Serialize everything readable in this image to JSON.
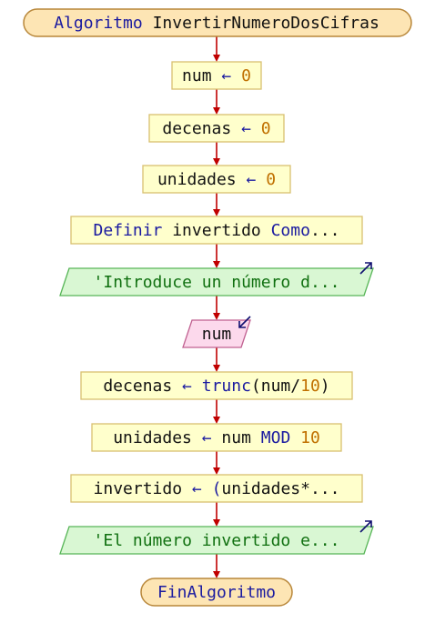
{
  "colors": {
    "process_fill": "#ffffcc",
    "process_stroke": "#d8c070",
    "io_fill": "#d9f7d3",
    "io_stroke": "#57b557",
    "input_fill": "#fcd9ec",
    "input_stroke": "#c06090",
    "terminal_fill": "#fde5b4",
    "terminal_stroke": "#b8873a",
    "arrow": "#c00000",
    "io_arrow": "#101070",
    "kw": "#1a1aa0",
    "num": "#c07000",
    "str": "#107010",
    "plain": "#111111"
  },
  "diagram": {
    "nodes": [
      {
        "id": "start",
        "shape": "terminal",
        "parts": [
          {
            "t": "Algoritmo ",
            "c": "kw"
          },
          {
            "t": "InvertirNumeroDosCifras",
            "c": "plain"
          }
        ]
      },
      {
        "id": "n1",
        "shape": "process",
        "parts": [
          {
            "t": "num ",
            "c": "plain"
          },
          {
            "t": "←",
            "c": "kw"
          },
          {
            "t": " ",
            "c": "plain"
          },
          {
            "t": "0",
            "c": "num"
          }
        ]
      },
      {
        "id": "n2",
        "shape": "process",
        "parts": [
          {
            "t": "decenas ",
            "c": "plain"
          },
          {
            "t": "←",
            "c": "kw"
          },
          {
            "t": " ",
            "c": "plain"
          },
          {
            "t": "0",
            "c": "num"
          }
        ]
      },
      {
        "id": "n3",
        "shape": "process",
        "parts": [
          {
            "t": "unidades ",
            "c": "plain"
          },
          {
            "t": "←",
            "c": "kw"
          },
          {
            "t": " ",
            "c": "plain"
          },
          {
            "t": "0",
            "c": "num"
          }
        ]
      },
      {
        "id": "n4",
        "shape": "process",
        "parts": [
          {
            "t": "Definir",
            "c": "kw"
          },
          {
            "t": " invertido ",
            "c": "plain"
          },
          {
            "t": "Como",
            "c": "kw"
          },
          {
            "t": "...",
            "c": "plain"
          }
        ]
      },
      {
        "id": "n5",
        "shape": "output",
        "parts": [
          {
            "t": "'Introduce un número d...",
            "c": "str"
          }
        ]
      },
      {
        "id": "n6",
        "shape": "input",
        "parts": [
          {
            "t": "num",
            "c": "plain"
          }
        ]
      },
      {
        "id": "n7",
        "shape": "process",
        "parts": [
          {
            "t": "decenas ",
            "c": "plain"
          },
          {
            "t": "←",
            "c": "kw"
          },
          {
            "t": " ",
            "c": "plain"
          },
          {
            "t": "trunc",
            "c": "kw"
          },
          {
            "t": "(num/",
            "c": "plain"
          },
          {
            "t": "10",
            "c": "num"
          },
          {
            "t": ")",
            "c": "plain"
          }
        ]
      },
      {
        "id": "n8",
        "shape": "process",
        "parts": [
          {
            "t": "unidades ",
            "c": "plain"
          },
          {
            "t": "←",
            "c": "kw"
          },
          {
            "t": " num ",
            "c": "plain"
          },
          {
            "t": "MOD",
            "c": "kw"
          },
          {
            "t": " ",
            "c": "plain"
          },
          {
            "t": "10",
            "c": "num"
          }
        ]
      },
      {
        "id": "n9",
        "shape": "process",
        "parts": [
          {
            "t": "invertido ",
            "c": "plain"
          },
          {
            "t": "←",
            "c": "kw"
          },
          {
            "t": " ",
            "c": "plain"
          },
          {
            "t": "(",
            "c": "kw"
          },
          {
            "t": "unidades*...",
            "c": "plain"
          }
        ]
      },
      {
        "id": "n10",
        "shape": "output",
        "parts": [
          {
            "t": "'El número invertido e...",
            "c": "str"
          }
        ]
      },
      {
        "id": "end",
        "shape": "terminal",
        "parts": [
          {
            "t": "FinAlgoritmo",
            "c": "kw"
          }
        ]
      }
    ]
  }
}
